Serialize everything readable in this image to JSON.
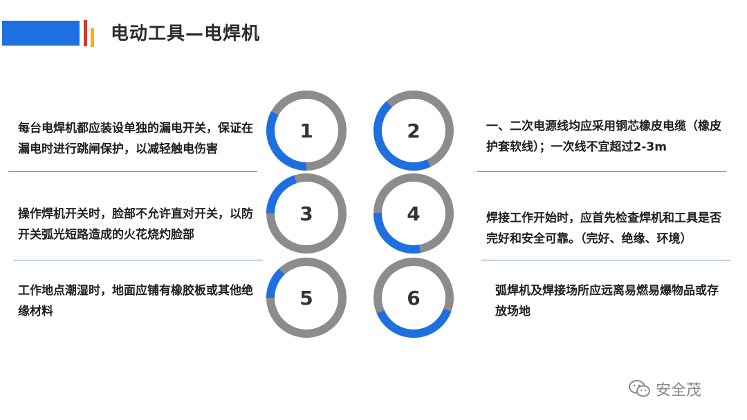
{
  "header": {
    "title": "电动工具—电焊机",
    "bar_color": "#1e6fe0",
    "accent_colors": [
      "#d63a2a",
      "#f2b417"
    ]
  },
  "items": [
    {
      "number": "1",
      "text": "每台电焊机都应装设单独的漏电开关，保证在漏电时进行跳闸保护，以减轻触电伤害",
      "progress": 0.33
    },
    {
      "number": "2",
      "text": "一、二次电源线均应采用铜芯橡皮电缆（橡皮护套软线）；一次线不宜超过2-3m",
      "progress": 0.45
    },
    {
      "number": "3",
      "text": "操作焊机开关时，脸部不允许直对开关，以防开关弧光短路造成的火花烧灼脸部",
      "progress": 0.2
    },
    {
      "number": "4",
      "text": "焊接工作开始时，应首先检查焊机和工具是否完好和安全可靠。（完好、绝缘、环境）",
      "progress": 0.28
    },
    {
      "number": "5",
      "text": "工作地点潮湿时，地面应铺有橡胶板或其他绝缘材料",
      "progress": 0.13
    },
    {
      "number": "6",
      "text": "弧焊机及焊接场所应远离易燃易爆物品或存放场地",
      "progress": 0.38
    }
  ],
  "ring_colors": {
    "track": "#8c8c8c",
    "fill": "#1e6fe0"
  },
  "watermark": {
    "icon": "wechat-icon",
    "text": "安全茂"
  }
}
